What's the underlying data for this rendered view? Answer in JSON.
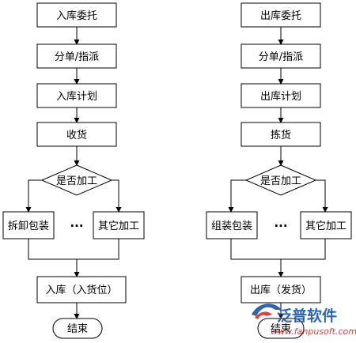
{
  "inbound": {
    "entrust": "入库委托",
    "split_dispatch": "分单/指派",
    "plan": "入库计划",
    "receive": "收货",
    "decision": "是否加工",
    "option_left": "拆卸包装",
    "ellipsis": "···",
    "option_right": "其它加工",
    "store": "入库（入货位）",
    "end": "结束"
  },
  "outbound": {
    "entrust": "出库委托",
    "split_dispatch": "分单/指派",
    "plan": "出库计划",
    "pick": "拣货",
    "decision": "是否加工",
    "option_left": "组装包装",
    "ellipsis": "···",
    "option_right": "其它加工",
    "ship": "出库（发货）",
    "end": "结束"
  },
  "watermark": {
    "brand": "泛普软件",
    "url": "www.fanpusoft.com"
  }
}
